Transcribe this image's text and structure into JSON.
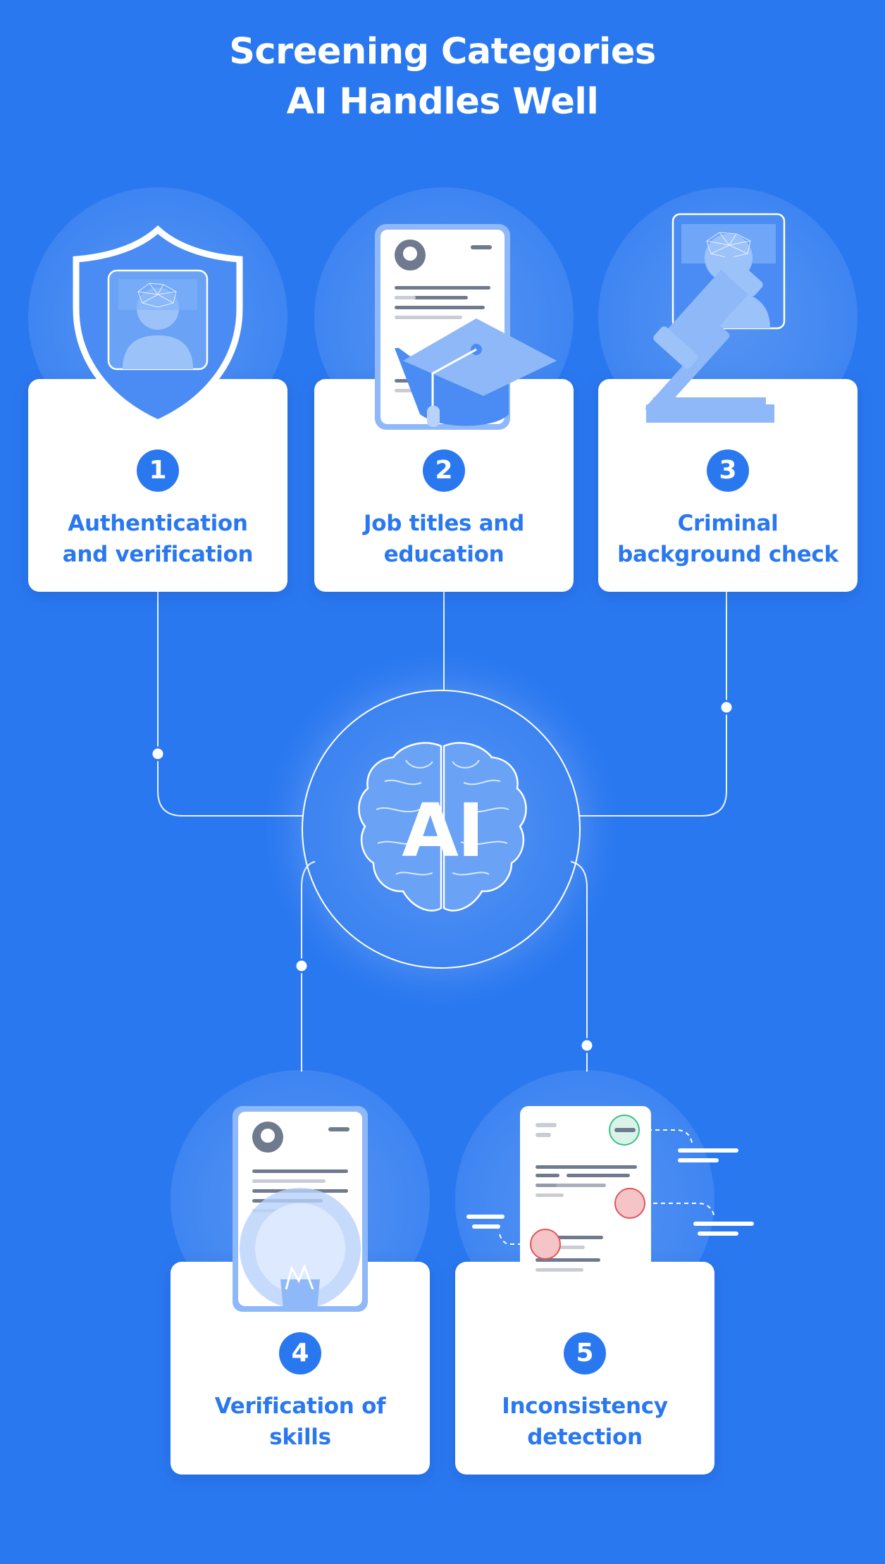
{
  "title": {
    "line1": "Screening Categories",
    "line2": "AI Handles Well"
  },
  "hub": {
    "label": "AI"
  },
  "categories": [
    {
      "number": "1",
      "line1": "Authentication",
      "line2": "and verification",
      "icon": "shield-face-scan-icon"
    },
    {
      "number": "2",
      "line1": "Job titles and",
      "line2": "education",
      "icon": "resume-graduation-cap-icon"
    },
    {
      "number": "3",
      "line1": "Criminal",
      "line2": "background check",
      "icon": "face-scan-gavel-icon"
    },
    {
      "number": "4",
      "line1": "Verification of",
      "line2": "skills",
      "icon": "resume-lightbulb-icon"
    },
    {
      "number": "5",
      "line1": "Inconsistency",
      "line2": "detection",
      "icon": "document-flagged-lines-icon"
    }
  ],
  "colors": {
    "background": "#2a78f0",
    "accent": "#2a78f0",
    "card": "#ffffff",
    "illustration": "#8fb8f8",
    "ok_marker": "#3dbf86",
    "error_marker": "#e2545b"
  }
}
